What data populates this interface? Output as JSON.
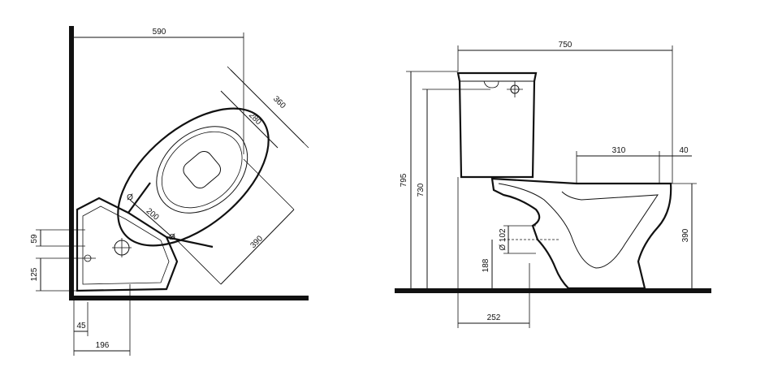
{
  "plan_view": {
    "dim_width": "590",
    "dim_length": "360",
    "dim_seat": "280",
    "dim_diag": "390",
    "dim_outlet": "200",
    "dim_left_top": "59",
    "dim_left_bottom": "125",
    "dim_bottom_small": "45",
    "dim_bottom_large": "196",
    "diameter_mark": "Ø"
  },
  "side_view": {
    "dim_total_length": "750",
    "dim_total_height": "795",
    "dim_tank_height": "730",
    "dim_bowl_depth": "310",
    "dim_rim_offset": "40",
    "dim_bowl_height": "390",
    "dim_outlet_diameter": "Ø 102",
    "dim_outlet_height": "188",
    "dim_outlet_offset": "252"
  }
}
